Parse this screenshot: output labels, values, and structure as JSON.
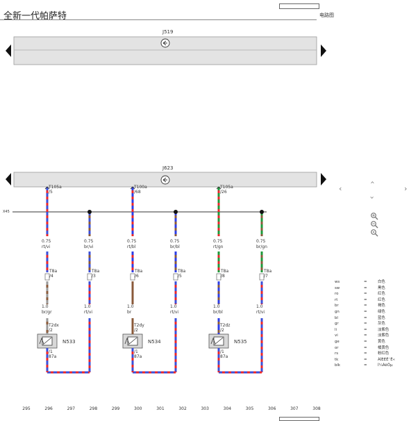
{
  "header": {
    "title": "全新一代帕萨特",
    "doc_type": "电路图"
  },
  "bars": {
    "top": "J519",
    "middle": "J623"
  },
  "bus_label": "X45",
  "circuits": [
    {
      "connector_top": "T105a",
      "pin_top": "/5",
      "spec_a": "0.75",
      "color_a": "rt/vi",
      "conn": "T8a",
      "pin": "/4",
      "spec_b": "1.0",
      "color_b": "br/gr"
    },
    {
      "connector_top": "",
      "pin_top": "",
      "spec_a": "0.75",
      "color_a": "br/vi",
      "conn": "T8a",
      "pin": "/3",
      "spec_b": "1.0",
      "color_b": "rt/vi"
    },
    {
      "connector_top": "T100a",
      "pin_top": "/68",
      "spec_a": "0.75",
      "color_a": "rt/bl",
      "conn": "T8a",
      "pin": "/6",
      "spec_b": "1.0",
      "color_b": "br"
    },
    {
      "connector_top": "",
      "pin_top": "",
      "spec_a": "0.75",
      "color_a": "br/bl",
      "conn": "T8a",
      "pin": "/5",
      "spec_b": "1.0",
      "color_b": "rt/vi"
    },
    {
      "connector_top": "T105a",
      "pin_top": "/26",
      "spec_a": "0.75",
      "color_a": "rt/gn",
      "conn": "T8a",
      "pin": "/8",
      "spec_b": "1.0",
      "color_b": "br/bl"
    },
    {
      "connector_top": "",
      "pin_top": "",
      "spec_a": "0.75",
      "color_a": "br/gn",
      "conn": "T8a",
      "pin": "/7",
      "spec_b": "1.0",
      "color_b": "rt/vi"
    }
  ],
  "components": [
    {
      "id": "N533",
      "conn": "T2dx",
      "pin_top": "/2",
      "pin_bot": "/1",
      "ground": "87a"
    },
    {
      "id": "N534",
      "conn": "T2dy",
      "pin_top": "/2",
      "pin_bot": "/1",
      "ground": "87a"
    },
    {
      "id": "N535",
      "conn": "T2dz",
      "pin_top": "/2",
      "pin_bot": "/1",
      "ground": "87a"
    }
  ],
  "scale_ticks": [
    "295",
    "296",
    "297",
    "298",
    "299",
    "300",
    "301",
    "302",
    "303",
    "304",
    "305",
    "306",
    "307",
    "308"
  ],
  "legend": [
    {
      "abbr": "ws",
      "eq": "=",
      "desc": "白色"
    },
    {
      "abbr": "sw",
      "eq": "=",
      "desc": "黑色"
    },
    {
      "abbr": "ro",
      "eq": "=",
      "desc": "红色"
    },
    {
      "abbr": "rt",
      "eq": "=",
      "desc": "红色"
    },
    {
      "abbr": "br",
      "eq": "=",
      "desc": "褐色"
    },
    {
      "abbr": "gn",
      "eq": "=",
      "desc": "绿色"
    },
    {
      "abbr": "bl",
      "eq": "=",
      "desc": "蓝色"
    },
    {
      "abbr": "gr",
      "eq": "=",
      "desc": "灰色"
    },
    {
      "abbr": "li",
      "eq": "=",
      "desc": "淡紫色"
    },
    {
      "abbr": "vi",
      "eq": "=",
      "desc": "淡紫色"
    },
    {
      "abbr": "ge",
      "eq": "=",
      "desc": "黄色"
    },
    {
      "abbr": "or",
      "eq": "=",
      "desc": "橘黄色"
    },
    {
      "abbr": "rs",
      "eq": "=",
      "desc": "粉红色"
    },
    {
      "abbr": "tk",
      "eq": "=",
      "desc": "ÀÌÈÉË¯Ë«"
    },
    {
      "abbr": "blk",
      "eq": "=",
      "desc": "Í¼ÀëÔµ"
    }
  ],
  "colors": {
    "rt": "#e8262b",
    "vi": "#3b4fd8",
    "br": "#8a5a3a",
    "gn": "#1e9a3a",
    "bl": "#2e3ee6",
    "gr": "#9a9a9a"
  }
}
